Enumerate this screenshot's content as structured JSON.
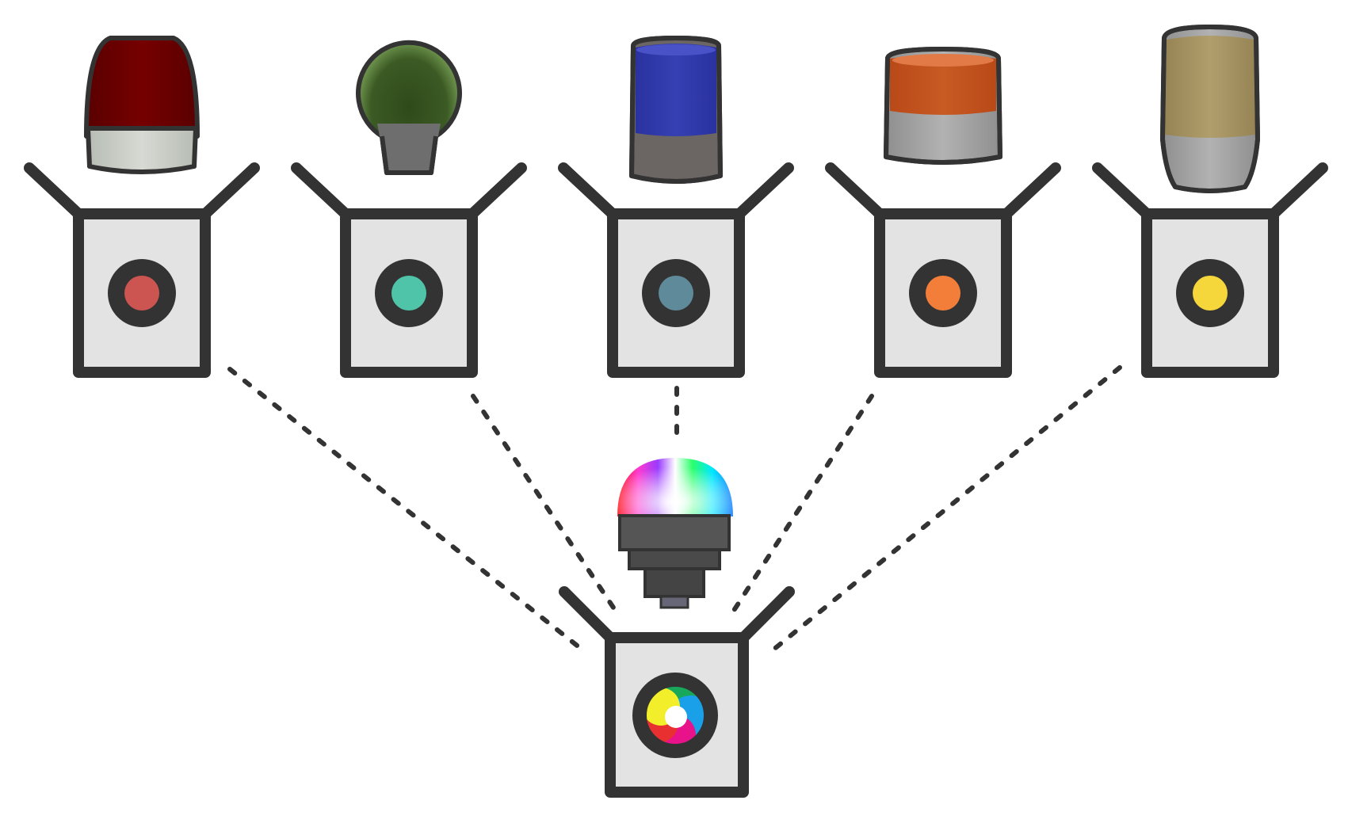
{
  "diagram": {
    "colors": {
      "stroke": "#333333",
      "box_fill": "#e3e3e3",
      "background": "#ffffff"
    },
    "source_modules": [
      {
        "id": "red",
        "beacon": "red-dome-beacon",
        "indicator_color": "#cc5451",
        "lens_color": "#6e0000",
        "base_color": "#c9cdc6"
      },
      {
        "id": "green",
        "beacon": "green-bulb-beacon",
        "indicator_color": "#50c4a8",
        "lens_color": "#36511f",
        "base_color": "#6e6e6e"
      },
      {
        "id": "blue",
        "beacon": "blue-cylinder-beacon",
        "indicator_color": "#5f8a9a",
        "lens_color": "#2f38a4",
        "base_color": "#6b6563"
      },
      {
        "id": "orange",
        "beacon": "orange-cylinder-beacon",
        "indicator_color": "#f37e3a",
        "lens_color": "#c3531f",
        "base_color": "#9a9a9a"
      },
      {
        "id": "yellow",
        "beacon": "yellow-tall-beacon",
        "indicator_color": "#f6d73b",
        "lens_color": "#a8955f",
        "base_color": "#a6a6a6"
      }
    ],
    "combined_module": {
      "beacon": "rgb-multicolor-beacon",
      "indicator": "rgb-color-wheel",
      "wheel_colors": [
        "#18a85a",
        "#1aa0e8",
        "#e8128a",
        "#e83030",
        "#f2ef2a"
      ]
    }
  }
}
